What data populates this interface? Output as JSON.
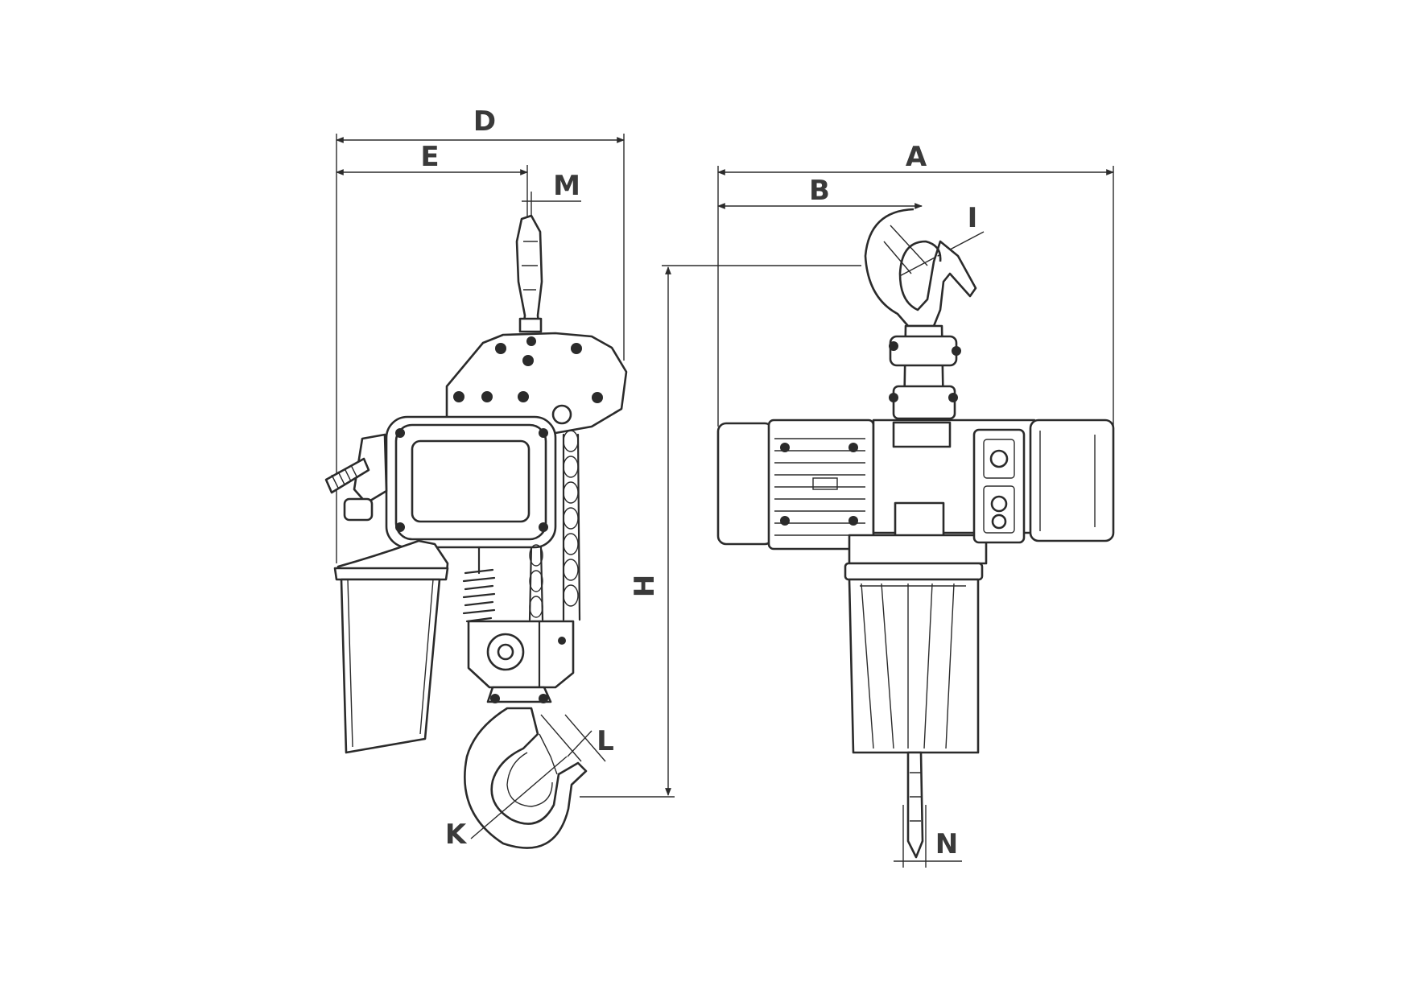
{
  "labels": {
    "A": "A",
    "B": "B",
    "D": "D",
    "E": "E",
    "H": "H",
    "I": "I",
    "K": "K",
    "L": "L",
    "M": "M",
    "N": "N"
  },
  "colors": {
    "line": "#2b2b2b",
    "label": "#3a3a3a",
    "background": "#ffffff"
  }
}
